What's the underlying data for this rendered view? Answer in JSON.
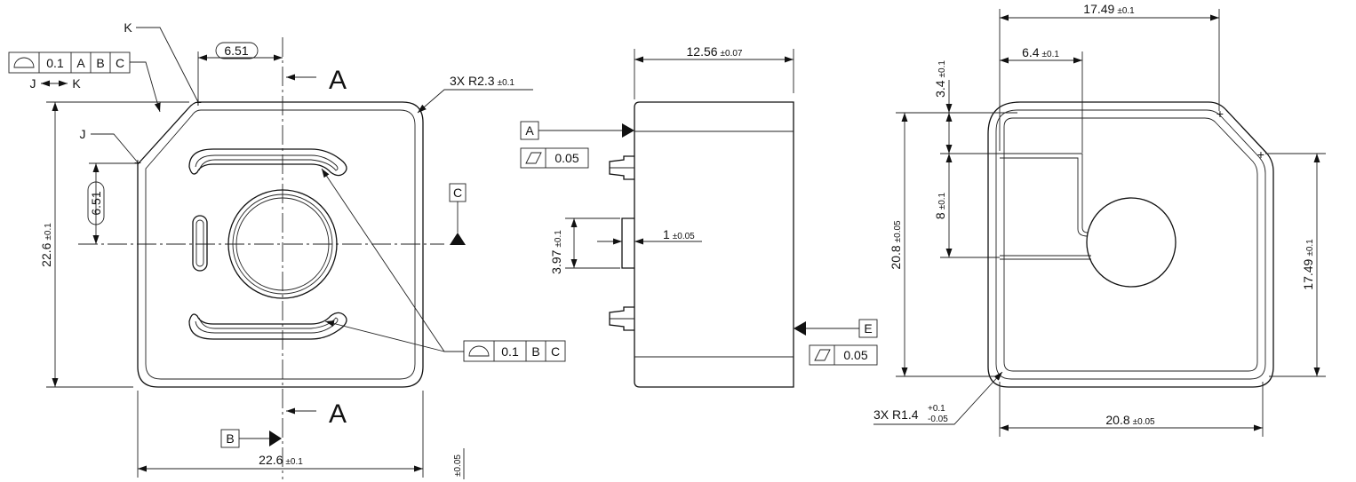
{
  "front_view": {
    "fcf_top": {
      "symbol": "profile-of-a-surface",
      "tolerance": "0.1",
      "datums": [
        "A",
        "B",
        "C"
      ]
    },
    "between_label": "J",
    "between_label_end": "K",
    "label_k": "K",
    "label_j": "J",
    "basic_dim_top": "6.51",
    "basic_dim_left": "6.51",
    "section_label_top": "A",
    "section_label_bottom": "A",
    "radius_note": "3X R2.3",
    "radius_tol": "±0.1",
    "datum_c": "C",
    "datum_b": "B",
    "height_dim": "22.6",
    "height_tol": "±0.1",
    "width_dim": "22.6",
    "width_tol": "±0.1",
    "fcf_slots": {
      "symbol": "profile-of-a-surface",
      "tolerance": "0.1",
      "datums": [
        "B",
        "C"
      ]
    },
    "stray_tol": "±0.05"
  },
  "side_view": {
    "width_dim": "12.56",
    "width_tol": "±0.07",
    "datum_a": "A",
    "flatness_a": {
      "symbol": "flatness",
      "tolerance": "0.05"
    },
    "boss_height_dim": "3.97",
    "boss_height_tol": "±0.1",
    "boss_depth_dim": "1",
    "boss_depth_tol": "±0.05",
    "datum_e": "E",
    "flatness_e": {
      "symbol": "flatness",
      "tolerance": "0.05"
    }
  },
  "rear_view": {
    "top_width_dim": "17.49",
    "top_width_tol": "±0.1",
    "offset_dim": "6.4",
    "offset_tol": "±0.1",
    "top_offset_dim": "3.4",
    "top_offset_tol": "±0.1",
    "slot_dim": "8",
    "slot_tol": "±0.1",
    "height_dim": "20.8",
    "height_tol": "±0.05",
    "right_height_dim": "17.49",
    "right_height_tol": "±0.1",
    "radius_note": "3X R1.4",
    "radius_tol_plus": "+0.1",
    "radius_tol_minus": "-0.05",
    "bottom_width_dim": "20.8",
    "bottom_width_tol": "±0.05"
  }
}
